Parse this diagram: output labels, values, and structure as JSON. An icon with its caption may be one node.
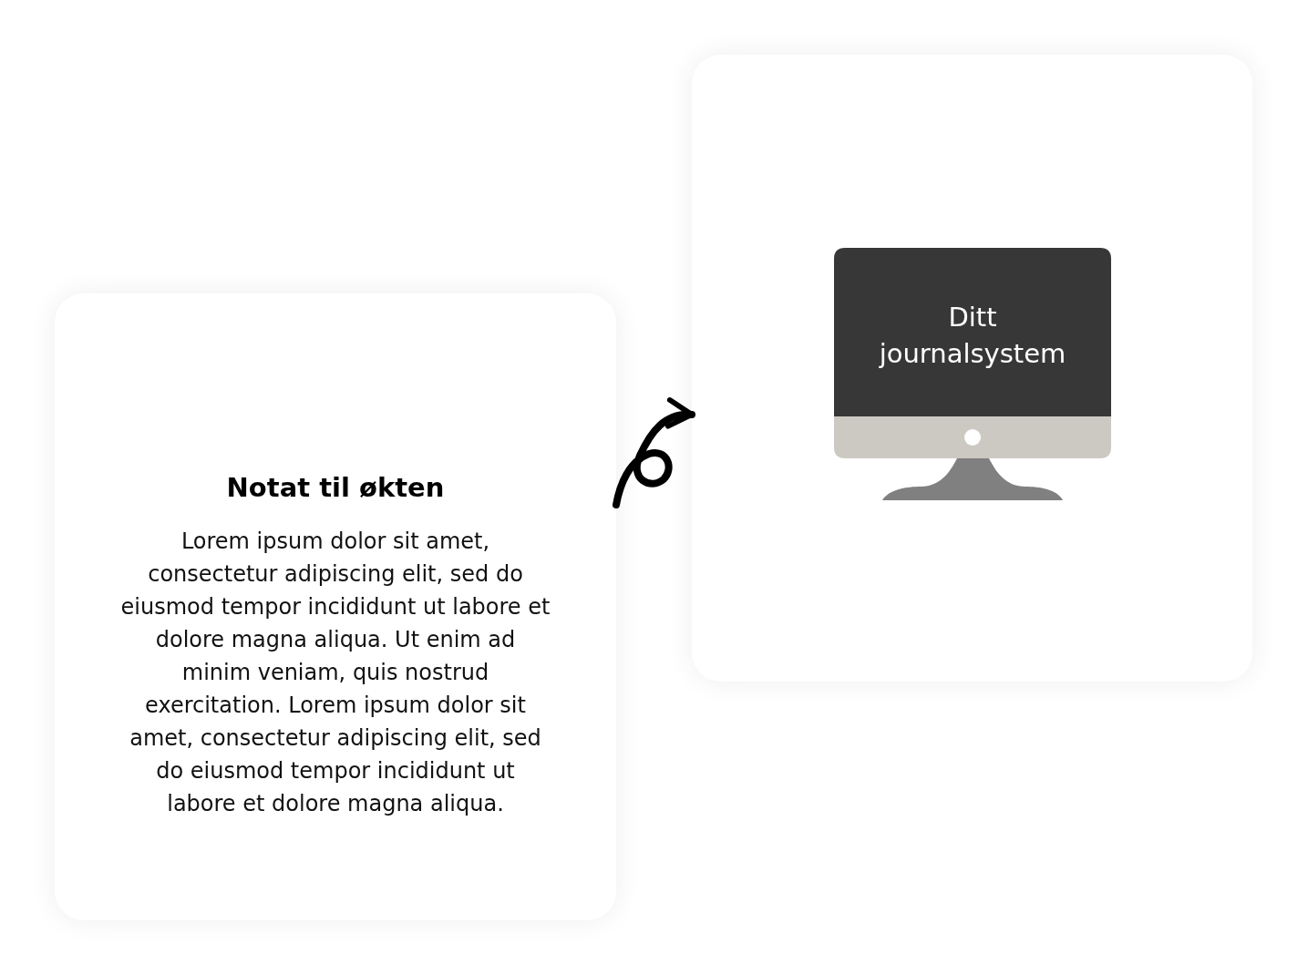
{
  "diagram": {
    "nodes": [
      {
        "text": [
          "Notat til økten",
          "Lorem ipsum dolor sit amet, consectetur adipiscing elit, sed do eiusmod tempor incididunt ut labore et dolore magna aliqua. Ut enim ad minim veniam, quis nostrud exercitation. Lorem ipsum dolor sit amet, consectetur adipiscing elit, sed do eiusmod tempor incididunt ut labore et dolore magna aliqua."
        ]
      },
      {
        "text": [],
        "shape": "box"
      },
      {
        "text": [
          "Ditt journalsystem"
        ],
        "in": 1
      }
    ],
    "edges": [
      {
        "from": 0,
        "to": 1,
        "arrow": "to"
      }
    ]
  }
}
